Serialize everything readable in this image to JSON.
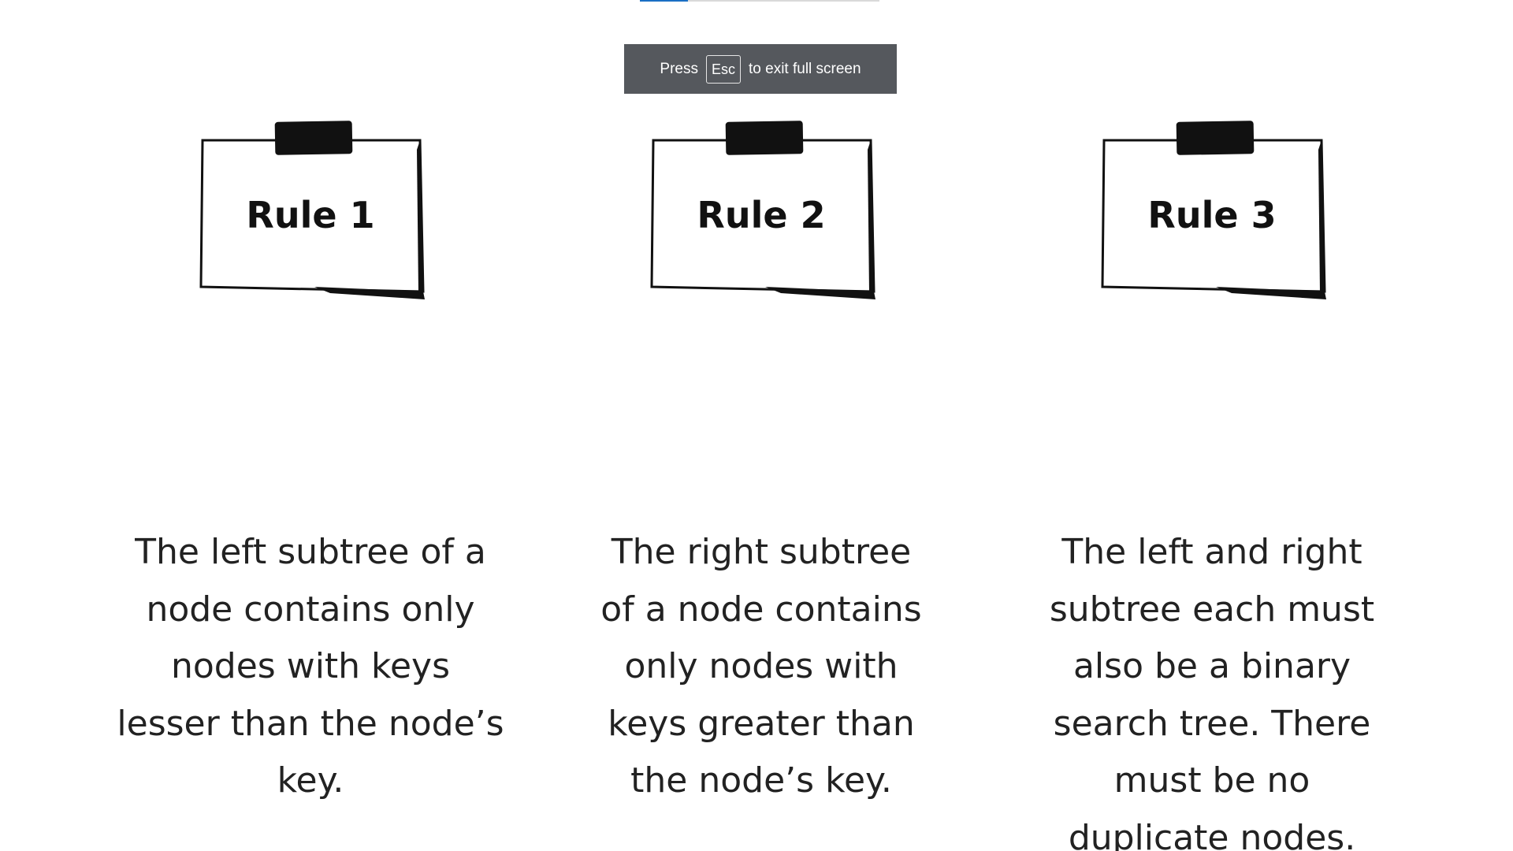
{
  "window": {
    "progress_fraction": 0.2
  },
  "fullscreen_toast": {
    "prefix": "Press",
    "key": "Esc",
    "suffix": "to exit full screen"
  },
  "rules": [
    {
      "title": "Rule 1",
      "text": "The left subtree of a\nnode contains only\nnodes with keys\nlesser than the node’s\nkey."
    },
    {
      "title": "Rule 2",
      "text": "The right subtree\nof a node contains\nonly nodes with\nkeys greater than\nthe node’s key."
    },
    {
      "title": "Rule 3",
      "text": "The left and right\nsubtree each must\nalso be a binary\nsearch tree. There\nmust be no\nduplicate nodes."
    }
  ],
  "colors": {
    "toast_bg": "#55585d",
    "progress": "#1a6fc4"
  }
}
